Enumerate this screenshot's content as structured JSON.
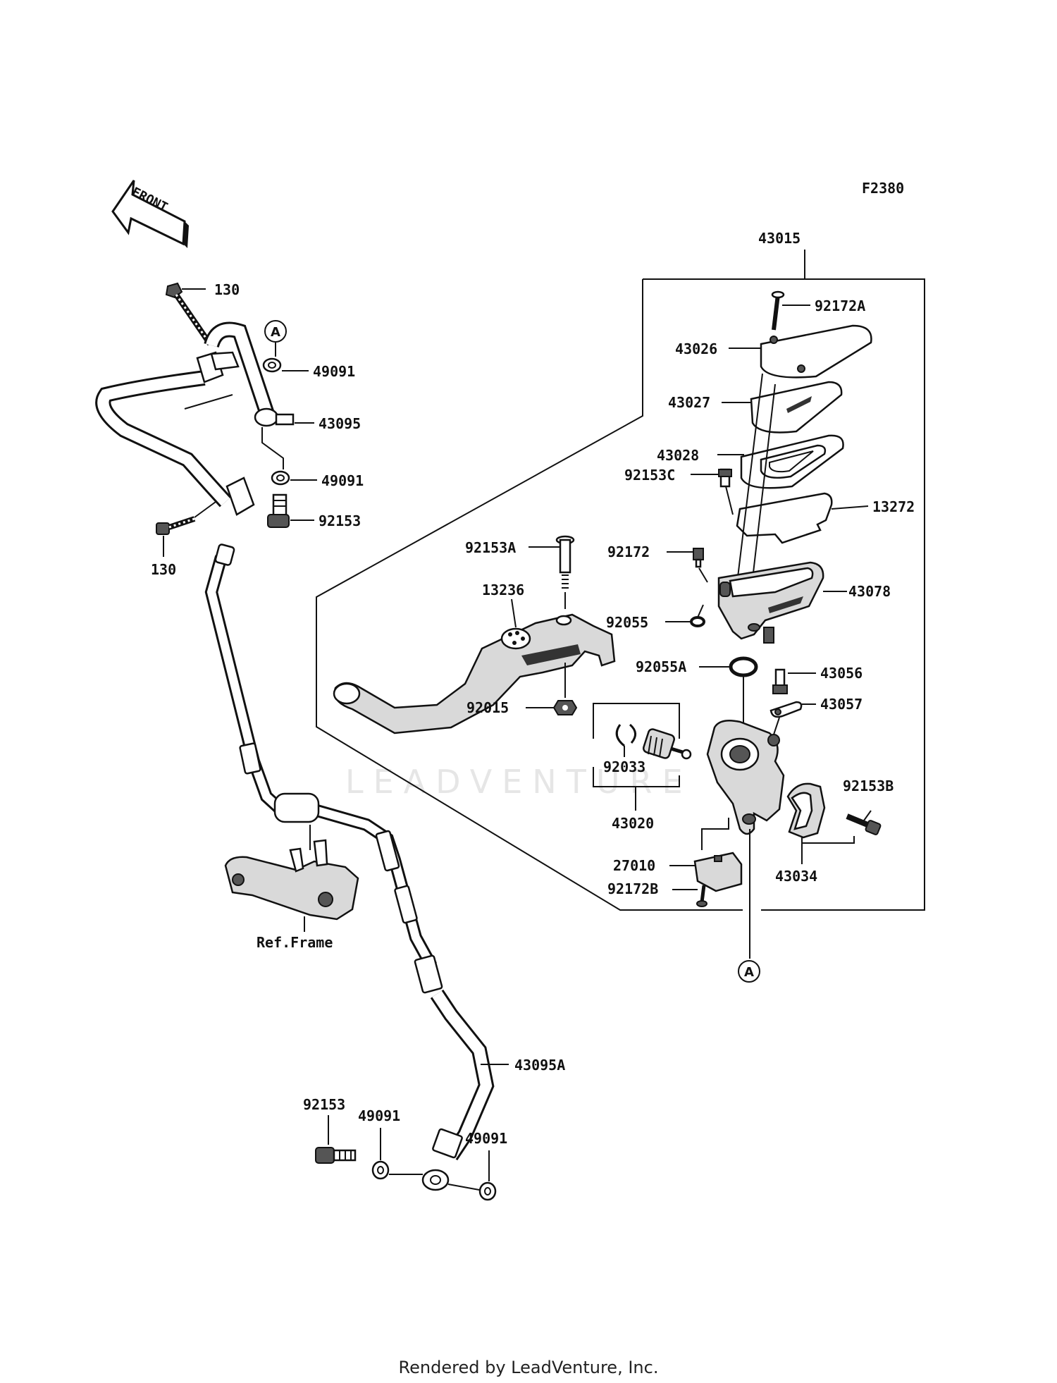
{
  "diagram": {
    "code": "F2380",
    "front_label": "FRONT",
    "ref_frame_label": "Ref.Frame",
    "connector_marker": "A",
    "watermark": "LEADVENTURE",
    "footer": "Rendered by LeadVenture, Inc."
  },
  "parts": {
    "p43015": "43015",
    "p92172A": "92172A",
    "p43026": "43026",
    "p43027": "43027",
    "p43028": "43028",
    "p92153C": "92153C",
    "p13272": "13272",
    "p92172": "92172",
    "p43078": "43078",
    "p92153A": "92153A",
    "p13236": "13236",
    "p92055": "92055",
    "p92055A": "92055A",
    "p43056": "43056",
    "p43057": "43057",
    "p92015": "92015",
    "p92033": "92033",
    "p43020": "43020",
    "p92153B": "92153B",
    "p27010": "27010",
    "p43034": "43034",
    "p92172B": "92172B",
    "p130_top": "130",
    "p49091_top": "49091",
    "p43095": "43095",
    "p49091_mid": "49091",
    "p92153_top": "92153",
    "p130_bottom": "130",
    "p43095A": "43095A",
    "p92153_bottom": "92153",
    "p49091_left": "49091",
    "p49091_right": "49091"
  }
}
